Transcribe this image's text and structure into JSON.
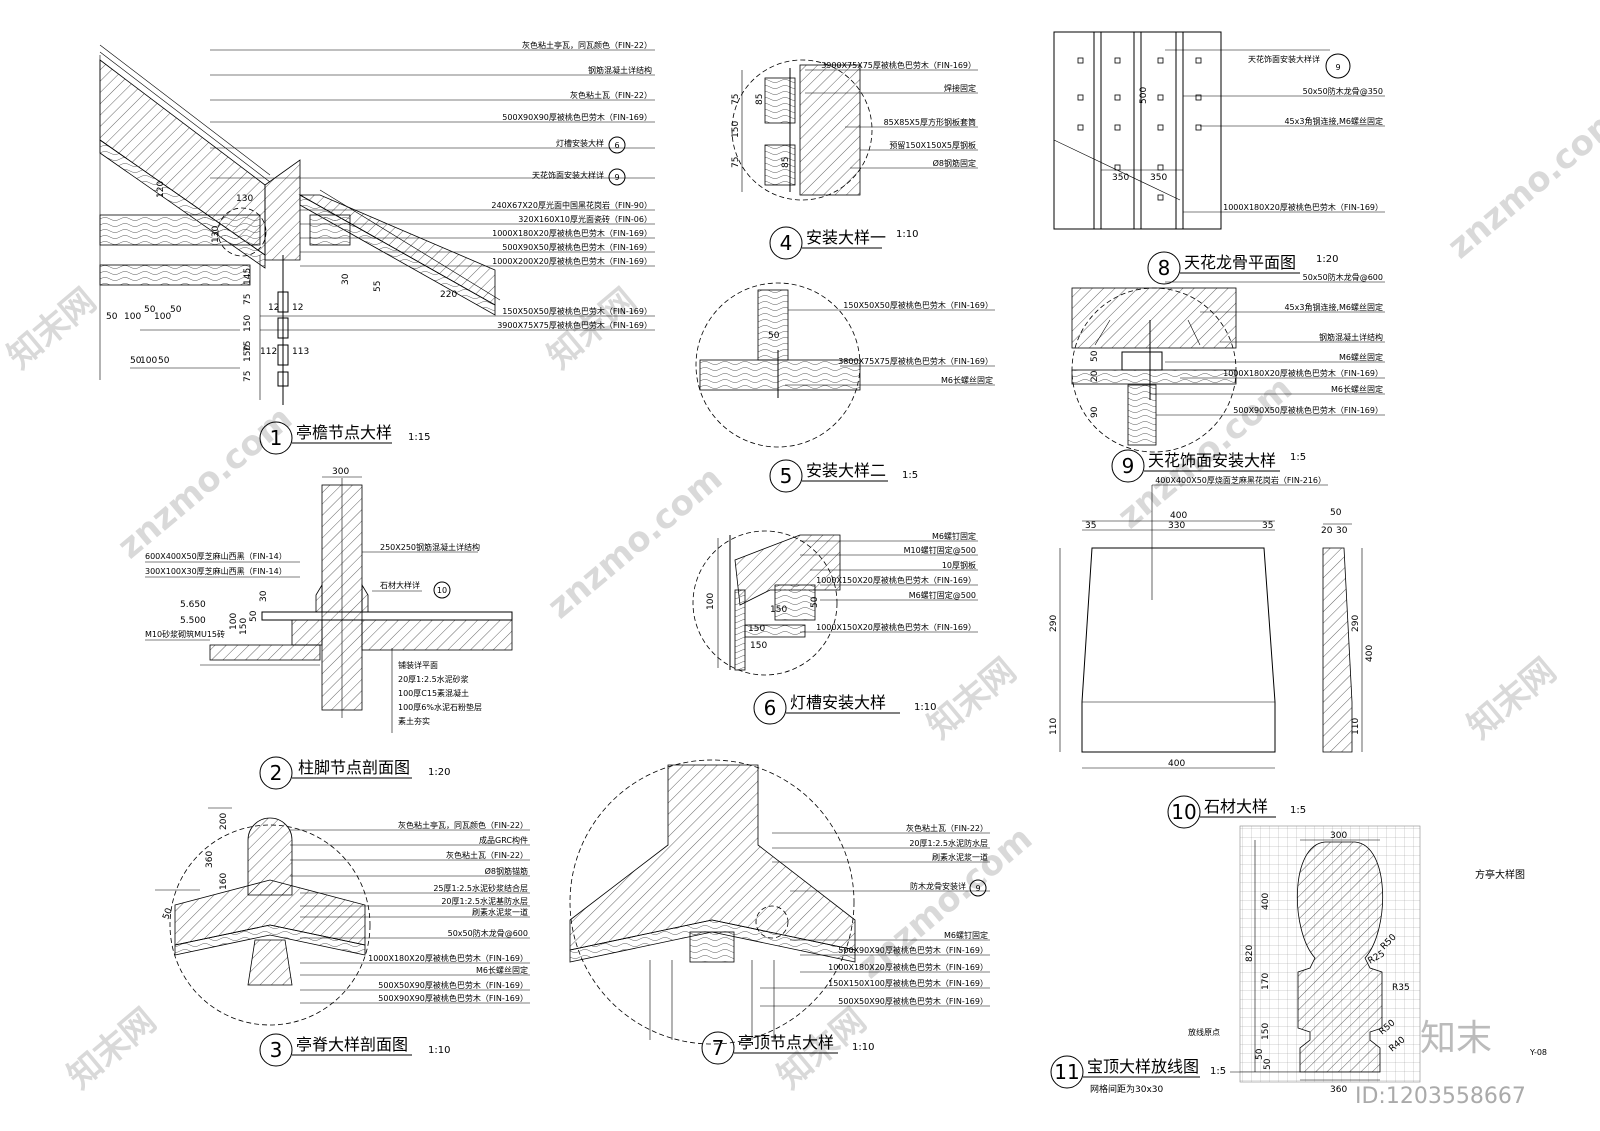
{
  "sheet_code": "Y-08",
  "plan_title": "方亭大样图",
  "watermark": {
    "site": "znzmo.com",
    "brand": "知末网",
    "logo": "知末",
    "id": "ID:1203558667"
  },
  "details": [
    {
      "num": "1",
      "title": "亭檐节点大样",
      "scale": "1:15",
      "notes": [
        "灰色粘土亭瓦，同瓦颜色（FIN-22）",
        "钢筋混凝土详结构",
        "灰色粘土瓦（FIN-22）",
        "500X90X90厚被桃色巴劳木（FIN-169）",
        "灯槽安装大样",
        "天花饰面安装大样详",
        "240X67X20厚光面中国黑花岗岩（FIN-90）",
        "320X160X10厚光面瓷砖（FIN-06）",
        "1000X180X20厚被桃色巴劳木（FIN-169）",
        "500X90X50厚被桃色巴劳木（FIN-169）",
        "1000X200X20厚被桃色巴劳木（FIN-169）",
        "150X50X50厚被桃色巴劳木（FIN-169）",
        "3900X75X75厚被桃色巴劳木（FIN-169）"
      ],
      "dims": [
        "120",
        "130",
        "130",
        "145",
        "75",
        "150",
        "75",
        "150",
        "75",
        "12",
        "12",
        "112",
        "113",
        "30",
        "55",
        "220",
        "50",
        "100",
        "50",
        "100",
        "50",
        "50",
        "100",
        "50"
      ],
      "refs": [
        "6",
        "9"
      ]
    },
    {
      "num": "2",
      "title": "柱脚节点剖面图",
      "scale": "1:20",
      "notes": [
        "250X250钢筋混凝土详结构",
        "600X400X50厚芝麻山西黑（FIN-14）",
        "300X100X30厚芝麻山西黑（FIN-14）",
        "石材大样详",
        "M10砂浆砌筑MU15砖",
        "铺装详平面",
        "20厚1:2.5水泥砂浆",
        "100厚C15素混凝土",
        "100厚6%水泥石粉垫层",
        "素土夯实"
      ],
      "dims": [
        "300",
        "30",
        "5.650",
        "5.500",
        "150",
        "100",
        "50"
      ],
      "refs": [
        "10"
      ]
    },
    {
      "num": "3",
      "title": "亭脊大样剖面图",
      "scale": "1:10",
      "notes": [
        "灰色粘土亭瓦，同瓦颜色（FIN-22）",
        "成品GRC构件",
        "灰色粘土瓦（FIN-22）",
        "Ø8钢筋锚筋",
        "25厚1:2.5水泥砂浆结合层",
        "20厚1:2.5水泥基防水层",
        "刷素水泥浆一道",
        "50x50防木龙骨@600",
        "1000X180X20厚被桃色巴劳木（FIN-169）",
        "M6长螺丝固定",
        "500X50X90厚被桃色巴劳木（FIN-169）",
        "500X90X90厚被桃色巴劳木（FIN-169）"
      ],
      "dims": [
        "200",
        "360",
        "160",
        "50"
      ]
    },
    {
      "num": "4",
      "title": "安装大样一",
      "scale": "1:10",
      "notes": [
        "3900X75X75厚被桃色巴劳木（FIN-169）",
        "焊接固定",
        "85X85X5厚方形钢板套筒",
        "预留150X150X5厚钢板",
        "Ø8钢筋固定"
      ],
      "dims": [
        "75",
        "150",
        "75",
        "85",
        "85"
      ]
    },
    {
      "num": "5",
      "title": "安装大样二",
      "scale": "1:5",
      "notes": [
        "150X50X50厚被桃色巴劳木（FIN-169）",
        "3800X75X75厚被桃色巴劳木（FIN-169）",
        "M6长螺丝固定"
      ],
      "dims": [
        "50"
      ]
    },
    {
      "num": "6",
      "title": "灯槽安装大样",
      "scale": "1:10",
      "notes": [
        "M6螺钉固定",
        "M10螺钉固定@500",
        "10厚钢板",
        "1000X150X20厚被桃色巴劳木（FIN-169）",
        "M6螺钉固定@500",
        "1000X150X20厚被桃色巴劳木（FIN-169）"
      ],
      "dims": [
        "100",
        "150",
        "150",
        "150",
        "50"
      ]
    },
    {
      "num": "7",
      "title": "亭顶节点大样",
      "scale": "1:10",
      "notes": [
        "灰色粘土瓦（FIN-22）",
        "20厚1:2.5水泥防水层",
        "刷素水泥浆一道",
        "防木龙骨安装详",
        "M6螺钉固定",
        "500X90X90厚被桃色巴劳木（FIN-169）",
        "1000X180X20厚被桃色巴劳木（FIN-169）",
        "150X150X100厚被桃色巴劳木（FIN-169）",
        "500X50X90厚被桃色巴劳木（FIN-169）"
      ],
      "refs": [
        "9"
      ]
    },
    {
      "num": "8",
      "title": "天花龙骨平面图",
      "scale": "1:20",
      "notes": [
        "天花饰面安装大样详",
        "50x50防木龙骨@350",
        "45x3角钢连接,M6螺丝固定",
        "1000X180X20厚被桃色巴劳木（FIN-169）"
      ],
      "dims": [
        "500",
        "350",
        "350"
      ],
      "refs": [
        "9"
      ]
    },
    {
      "num": "9",
      "title": "天花饰面安装大样",
      "scale": "1:5",
      "notes": [
        "50x50防木龙骨@600",
        "45x3角钢连接,M6螺丝固定",
        "钢筋混凝土详结构",
        "M6螺丝固定",
        "1000X180X20厚被桃色巴劳木（FIN-169）",
        "M6长螺丝固定",
        "500X90X50厚被桃色巴劳木（FIN-169）"
      ],
      "dims": [
        "50",
        "20",
        "90"
      ]
    },
    {
      "num": "10",
      "title": "石材大样",
      "scale": "1:5",
      "notes": [
        "400X400X50厚烧面芝麻黑花岗岩（FIN-216）"
      ],
      "dims": [
        "400",
        "35",
        "330",
        "35",
        "50",
        "20",
        "30",
        "290",
        "110",
        "290",
        "400",
        "110",
        "400"
      ]
    },
    {
      "num": "11",
      "title": "宝顶大样放线图",
      "scale": "1:5",
      "subtitle": "网格间距为30x30",
      "notes": [
        "放线原点"
      ],
      "dims": [
        "300",
        "400",
        "820",
        "170",
        "150",
        "50",
        "50",
        "360",
        "R50",
        "R25",
        "R35",
        "R50",
        "R40"
      ]
    }
  ]
}
